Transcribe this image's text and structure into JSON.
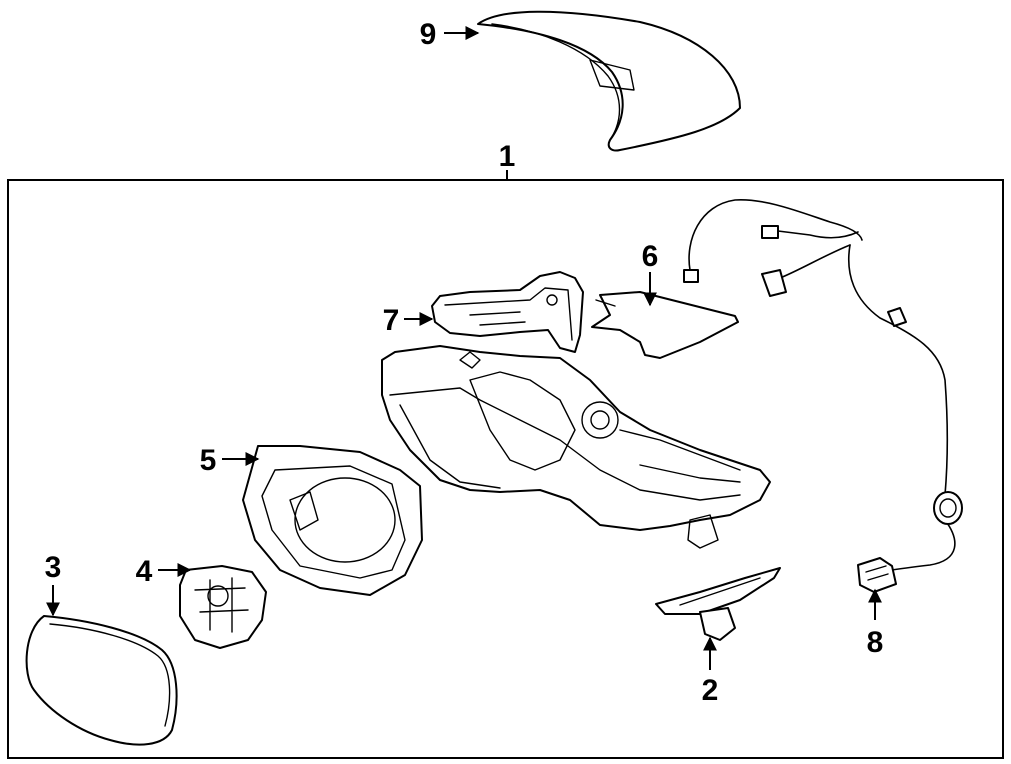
{
  "diagram": {
    "callouts": [
      {
        "id": "1",
        "text": "1"
      },
      {
        "id": "2",
        "text": "2"
      },
      {
        "id": "3",
        "text": "3"
      },
      {
        "id": "4",
        "text": "4"
      },
      {
        "id": "5",
        "text": "5"
      },
      {
        "id": "6",
        "text": "6"
      },
      {
        "id": "7",
        "text": "7"
      },
      {
        "id": "8",
        "text": "8"
      },
      {
        "id": "9",
        "text": "9"
      }
    ],
    "colors": {
      "line": "#000000",
      "background": "#ffffff"
    }
  }
}
